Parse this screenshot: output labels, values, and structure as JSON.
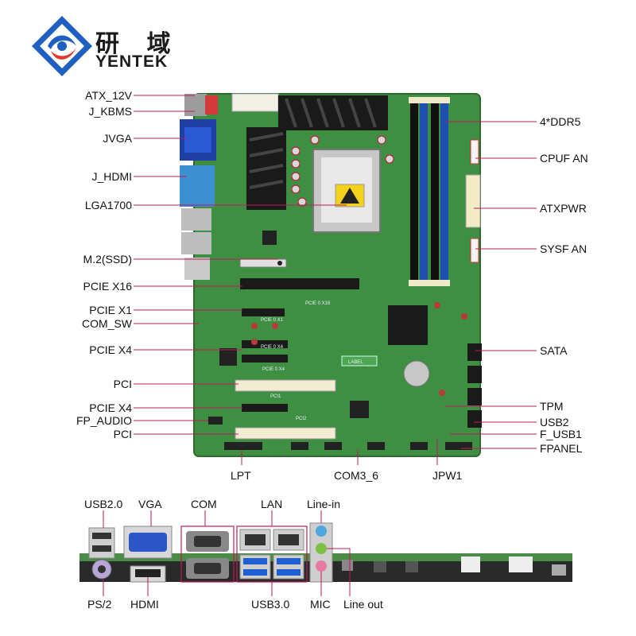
{
  "brand": {
    "name_cn": "研 域",
    "name_en": "YENTEK",
    "colors": {
      "blue": "#1f5fc4",
      "red": "#e23a32"
    }
  },
  "board": {
    "color": "#3f8f43",
    "silkscreen": {
      "pcie16": "PCIE 0 X16",
      "pcie1": "PCIE 0 X1",
      "pcie4a": "PCIE 0 X4",
      "pcie4b": "PCIE 0 X4",
      "pci1": "PCI1",
      "pci2": "PCI2",
      "label": "LABEL"
    }
  },
  "left_labels": [
    "ATX_12V",
    "J_KBMS",
    "JVGA",
    "J_HDMI",
    "LGA1700",
    "M.2(SSD)",
    "PCIE X16",
    "PCIE X1",
    "COM_SW",
    "PCIE X4",
    "PCI",
    "PCIE X4",
    "FP_AUDIO",
    "PCI"
  ],
  "right_labels": [
    "4*DDR5",
    "CPUF AN",
    "ATXPWR",
    "SYSF AN",
    "SATA",
    "TPM",
    "USB2",
    "F_USB1",
    "FPANEL"
  ],
  "bottom_labels": [
    "LPT",
    "COM3_6",
    "JPW1"
  ],
  "io_top_labels": [
    "USB2.0",
    "VGA",
    "COM",
    "LAN",
    "Line-in"
  ],
  "io_bottom_labels": [
    "PS/2",
    "HDMI",
    "USB3.0",
    "MIC",
    "Line out"
  ],
  "line_color": "#c2185b"
}
